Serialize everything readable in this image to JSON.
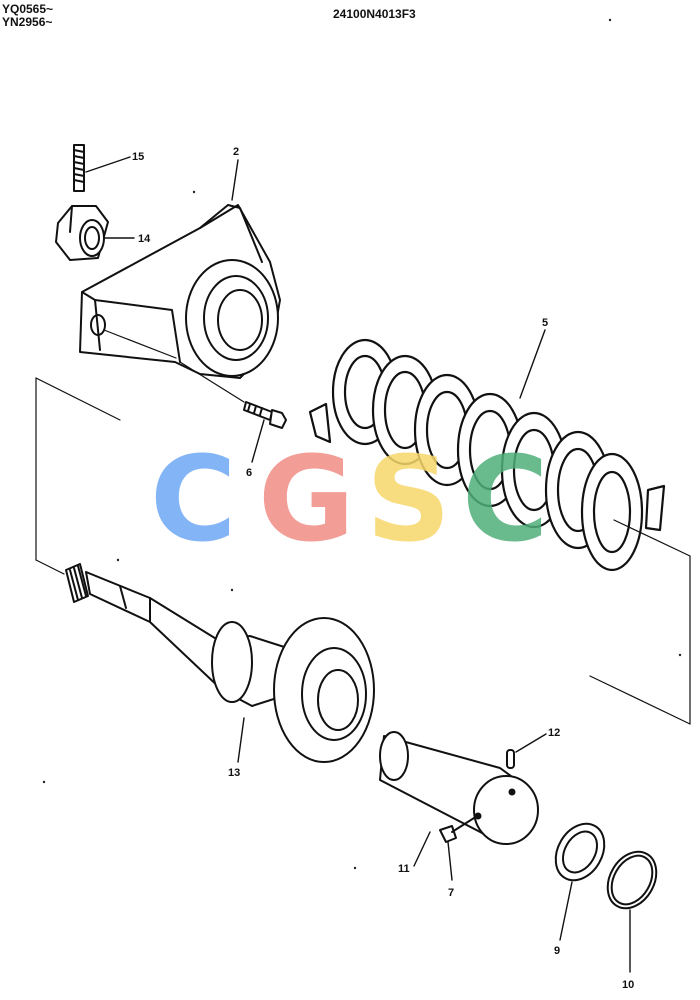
{
  "header": {
    "serials": [
      "YQ0565~",
      "YN2956~"
    ],
    "drawing_code": "24100N4013F3"
  },
  "callouts": [
    {
      "id": "15",
      "label": "15"
    },
    {
      "id": "2",
      "label": "2"
    },
    {
      "id": "14",
      "label": "14"
    },
    {
      "id": "5",
      "label": "5"
    },
    {
      "id": "6",
      "label": "6"
    },
    {
      "id": "13",
      "label": "13"
    },
    {
      "id": "12",
      "label": "12"
    },
    {
      "id": "11",
      "label": "11"
    },
    {
      "id": "7",
      "label": "7"
    },
    {
      "id": "9",
      "label": "9"
    },
    {
      "id": "10",
      "label": "10"
    }
  ],
  "watermark": {
    "letters": [
      "C",
      "G",
      "S",
      "C"
    ],
    "colors": [
      "#6ea8f5",
      "#f08c84",
      "#f7d76b",
      "#4fae7a"
    ]
  },
  "colors": {
    "ink": "#111111",
    "paper": "#ffffff"
  }
}
